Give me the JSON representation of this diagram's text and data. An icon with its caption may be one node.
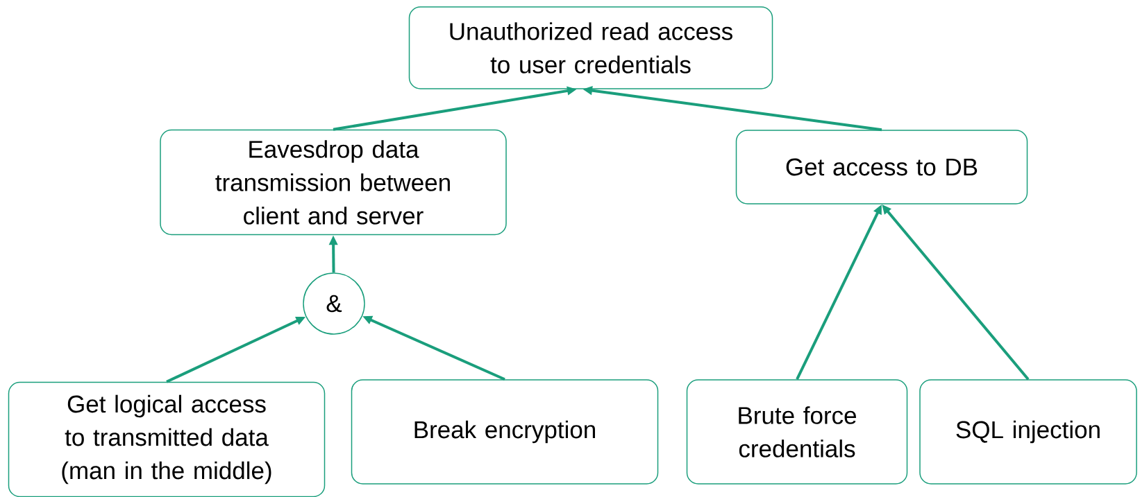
{
  "diagram": {
    "nodes": [
      {
        "text": [
          "Unauthorized read access to user credentials"
        ]
      },
      {
        "text": [
          "Eavesdrop data transmission between client and server"
        ]
      },
      {
        "text": [
          "Get access to DB"
        ]
      },
      {
        "text": [
          "&"
        ]
      },
      {
        "text": [
          "Get logical access to transmitted data (man in the middle)"
        ]
      },
      {
        "text": [
          "Break encryption"
        ]
      },
      {
        "text": [
          "Brute force credentials"
        ]
      },
      {
        "text": [
          "SQL injection"
        ]
      }
    ],
    "edges": [
      {
        "from": 1,
        "to": 0,
        "arrow": "to"
      },
      {
        "from": 2,
        "to": 0,
        "arrow": "to"
      },
      {
        "from": 3,
        "to": 1,
        "arrow": "to"
      },
      {
        "from": 4,
        "to": 3,
        "arrow": "to"
      },
      {
        "from": 5,
        "to": 3,
        "arrow": "to"
      },
      {
        "from": 6,
        "to": 2,
        "arrow": "to"
      },
      {
        "from": 7,
        "to": 2,
        "arrow": "to"
      }
    ]
  }
}
